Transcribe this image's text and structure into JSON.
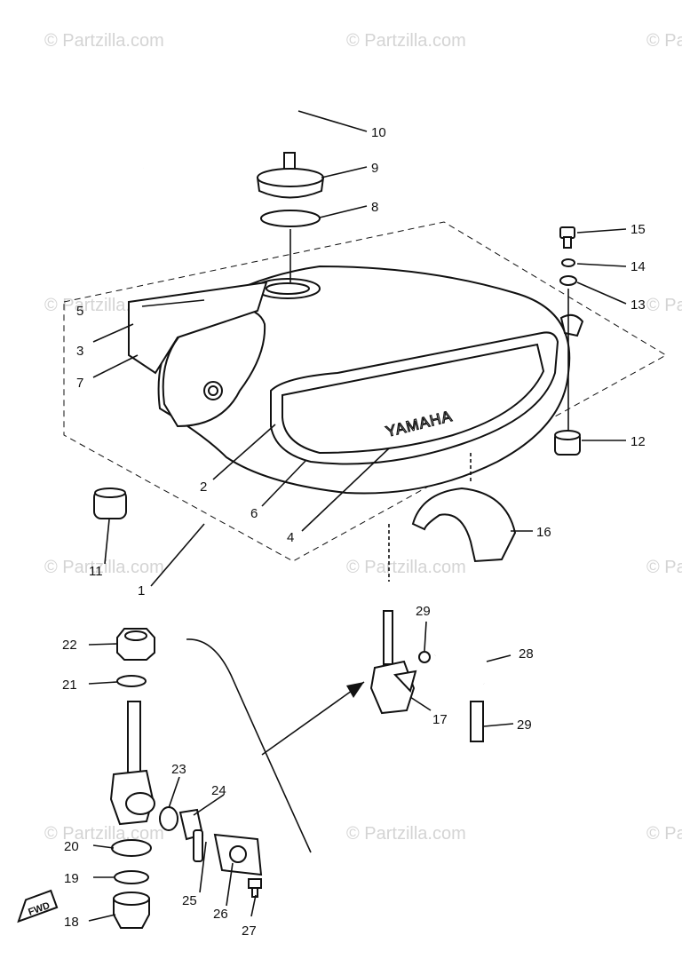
{
  "watermark": "© Partzilla.com",
  "tank_brand": "YAMAHA",
  "fwd_label": "FWD",
  "callouts": {
    "c1": "1",
    "c2": "2",
    "c3": "3",
    "c4": "4",
    "c5": "5",
    "c6": "6",
    "c7": "7",
    "c8": "8",
    "c9": "9",
    "c10": "10",
    "c11": "11",
    "c12": "12",
    "c13": "13",
    "c14": "14",
    "c15": "15",
    "c16": "16",
    "c17": "17",
    "c18": "18",
    "c19": "19",
    "c20": "20",
    "c21": "21",
    "c22": "22",
    "c23": "23",
    "c24": "24",
    "c25": "25",
    "c26": "26",
    "c27": "27",
    "c28": "28",
    "c29a": "29",
    "c29b": "29"
  }
}
